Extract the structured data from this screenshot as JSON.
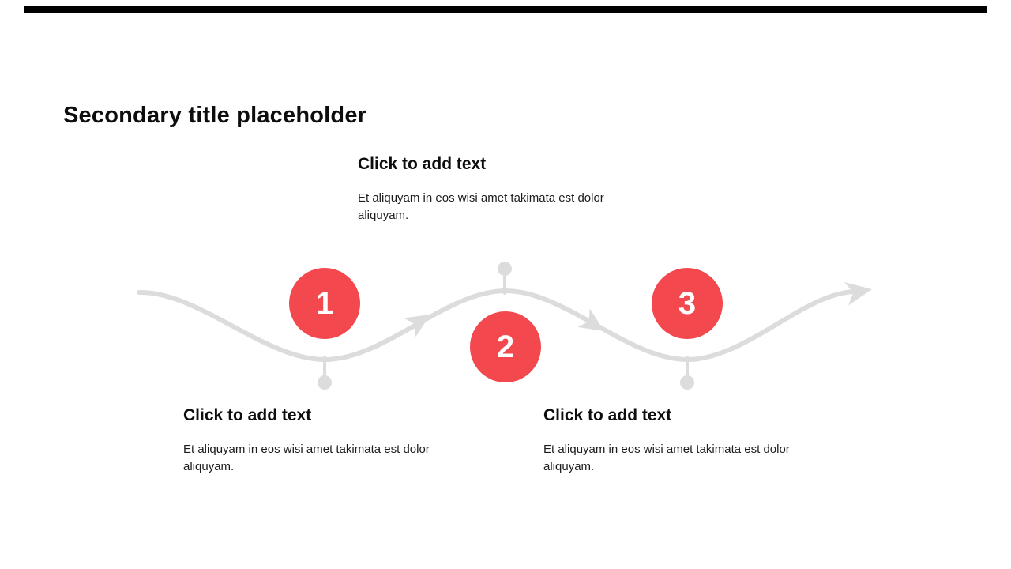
{
  "slide": {
    "title": "Secondary title placeholder"
  },
  "colors": {
    "accent_bar": "#000000",
    "step_circle_fill": "#f3484d",
    "step_number_text": "#ffffff",
    "wave_line": "#dcdcdc",
    "heading_text": "#0d0d0d",
    "body_text": "#1c1c1c"
  },
  "steps": [
    {
      "number": "1",
      "heading": "Click to add text",
      "body": "Et aliquyam in eos wisi amet takimata est dolor aliquyam."
    },
    {
      "number": "2",
      "heading": "Click to add text",
      "body": "Et aliquyam in eos wisi amet takimata est dolor aliquyam."
    },
    {
      "number": "3",
      "heading": "Click to add text",
      "body": "Et aliquyam in eos wisi amet takimata est dolor aliquyam."
    }
  ]
}
